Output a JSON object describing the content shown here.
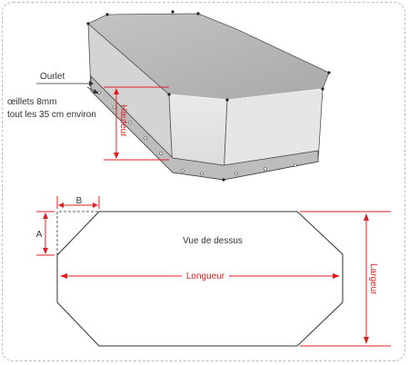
{
  "colors": {
    "dimension": "#e02020",
    "cover_top": "#b3b3b3",
    "cover_side": "#e2e2e2",
    "cover_side_dark": "#cfcfcf",
    "hem": "#8a8a8a",
    "outline": "#333333"
  },
  "product_view": {
    "ourlet": "Ourlet",
    "oeillets_line1": "œillets 8mm",
    "oeillets_line2": "tout les 35 cm environ",
    "hauteur": "Hauteur"
  },
  "top_view": {
    "title": "Vue de dessus",
    "longueur": "Longueur",
    "largeur": "Largeur",
    "a": "A",
    "b": "B"
  }
}
